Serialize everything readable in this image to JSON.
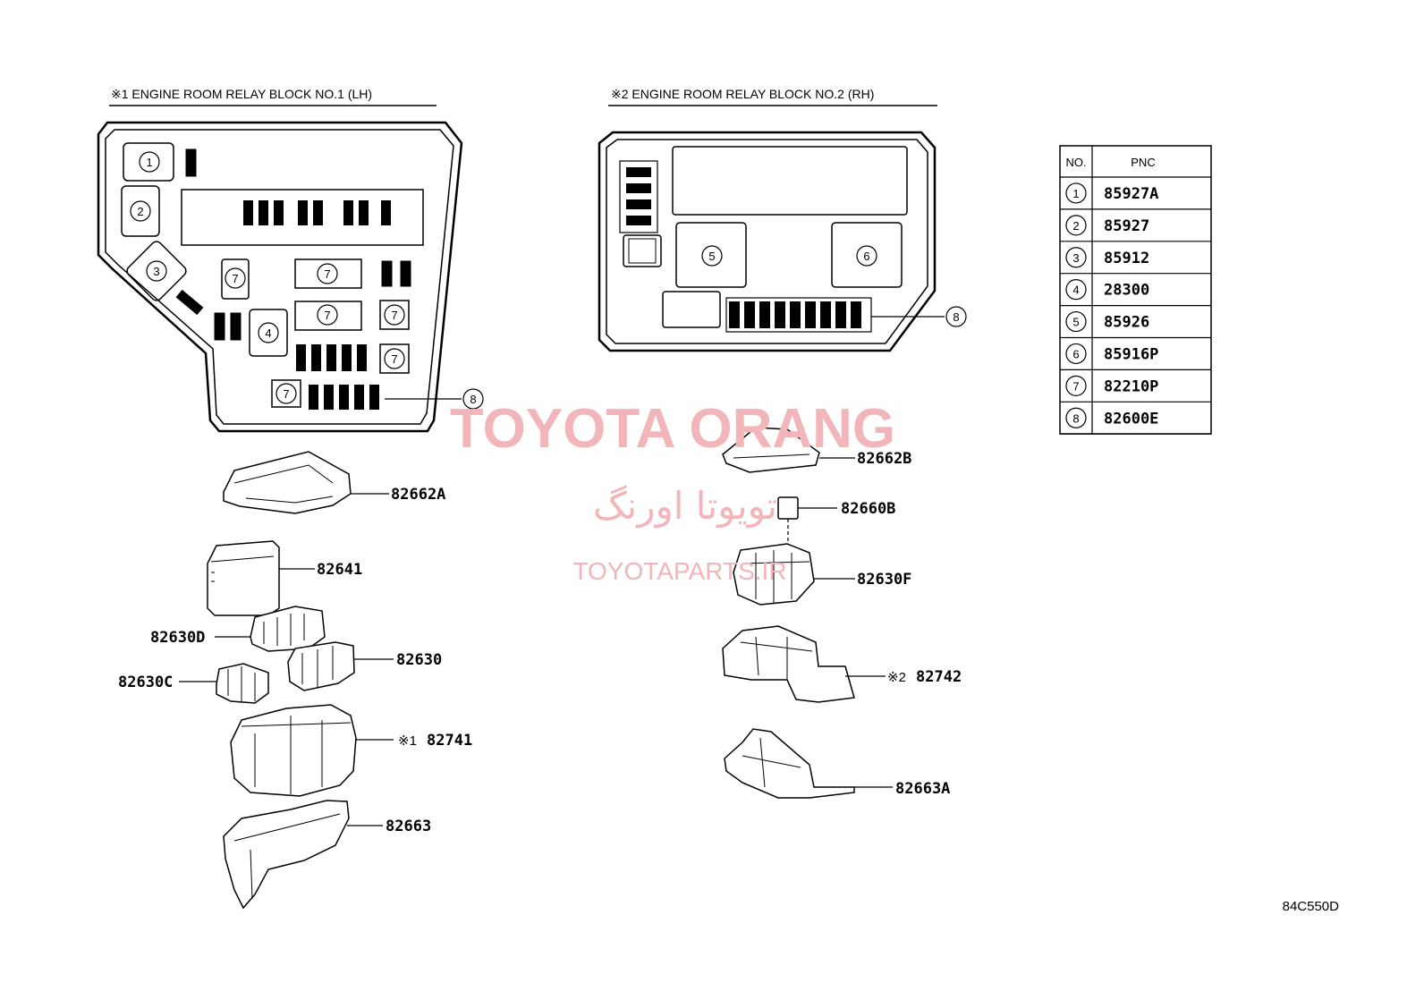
{
  "titles": {
    "block1": "※1 ENGINE ROOM RELAY BLOCK NO.1 (LH)",
    "block2": "※2 ENGINE ROOM RELAY BLOCK NO.2 (RH)"
  },
  "table": {
    "header_no": "NO.",
    "header_pnc": "PNC",
    "rows": [
      {
        "no": "1",
        "pnc": "85927A"
      },
      {
        "no": "2",
        "pnc": "85927"
      },
      {
        "no": "3",
        "pnc": "85912"
      },
      {
        "no": "4",
        "pnc": "28300"
      },
      {
        "no": "5",
        "pnc": "85926"
      },
      {
        "no": "6",
        "pnc": "85916P"
      },
      {
        "no": "7",
        "pnc": "82210P"
      },
      {
        "no": "8",
        "pnc": "82600E"
      }
    ]
  },
  "block1_callouts": {
    "c1": "1",
    "c2": "2",
    "c3": "3",
    "c4": "4",
    "c7": "7",
    "c8": "8"
  },
  "block2_callouts": {
    "c5": "5",
    "c6": "6",
    "c8": "8"
  },
  "parts_left": {
    "p82662A": "82662A",
    "p82641": "82641",
    "p82630D": "82630D",
    "p82630": "82630",
    "p82630C": "82630C",
    "p82741": "82741",
    "p82741_mark": "※1",
    "p82663": "82663"
  },
  "parts_right": {
    "p82662B": "82662B",
    "p82660B": "82660B",
    "p82630F": "82630F",
    "p82742": "82742",
    "p82742_mark": "※2",
    "p82663A": "82663A"
  },
  "watermark": {
    "line1": "TOYOTA ORANG",
    "line2": "تویوتا اورنگ",
    "line3": "TOYOTAPARTS.IR"
  },
  "diagram_code": "84C550D"
}
